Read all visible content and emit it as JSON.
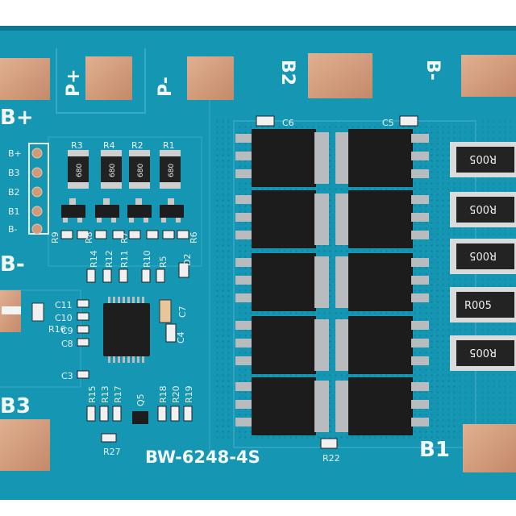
{
  "board": {
    "model": "BW-6248-4S",
    "pads": {
      "p_plus": "P+",
      "p_minus": "P-",
      "b2": "B2",
      "b_minus_top": "B-",
      "b_plus": "B+",
      "b_minus_left": "B-",
      "b3": "B3",
      "b1": "B1"
    },
    "connector_pins": [
      "B+",
      "B3",
      "B2",
      "B1",
      "B-"
    ],
    "top_resistors": [
      "R3",
      "R4",
      "R2",
      "R1"
    ],
    "top_resistor_value": "680",
    "shunt_value": "R005",
    "labels": {
      "c6": "C6",
      "c5": "C5",
      "r9": "R9",
      "r8": "R8",
      "r7": "R7",
      "r6": "R6",
      "r14": "R14",
      "r12": "R12",
      "r11": "R11",
      "r10": "R10",
      "r5": "R5",
      "d2": "D2",
      "c11": "C11",
      "c10": "C10",
      "c9": "C9",
      "c8": "C8",
      "c7": "C7",
      "c4": "C4",
      "r16": "R16",
      "c3": "C3",
      "r15": "R15",
      "r13": "R13",
      "r17": "R17",
      "q5": "Q5",
      "r18": "R18",
      "r20": "R20",
      "r19": "R19",
      "r27": "R27",
      "r22": "R22"
    }
  },
  "colors": {
    "pcb": "#1596b3",
    "pcb_dark": "#0f7f9a",
    "copper": "#d19a7a",
    "silk": "#f2f7f8",
    "mosfet": "#1c1c1c",
    "tab": "#b9bcbf"
  }
}
